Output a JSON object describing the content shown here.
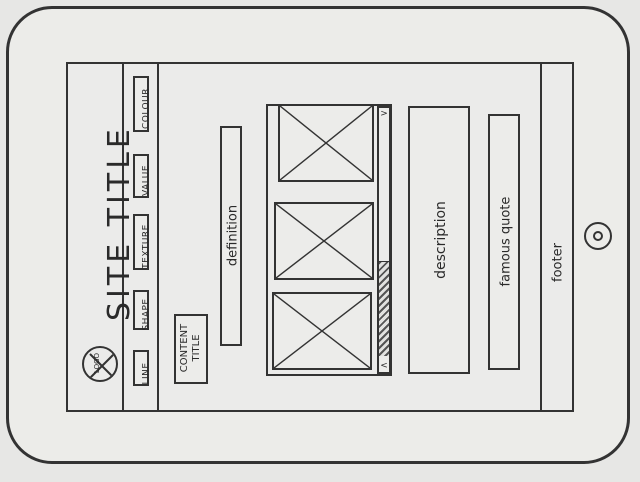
{
  "site": {
    "logo_text": "LOGO",
    "title": "SITE TITLE"
  },
  "nav": {
    "items": [
      "LINE",
      "SHAPE",
      "TEXTURE",
      "VALUE",
      "COLOUR"
    ]
  },
  "content": {
    "title_line1": "CONTENT",
    "title_line2": "TITLE",
    "definition": "definition",
    "description": "description",
    "quote": "famous quote",
    "footer": "footer"
  },
  "scrollbar": {
    "arrow_left": "<",
    "arrow_right": ">"
  },
  "icons": [
    "logo-x-icon",
    "image-placeholder-icon",
    "home-button-icon"
  ]
}
